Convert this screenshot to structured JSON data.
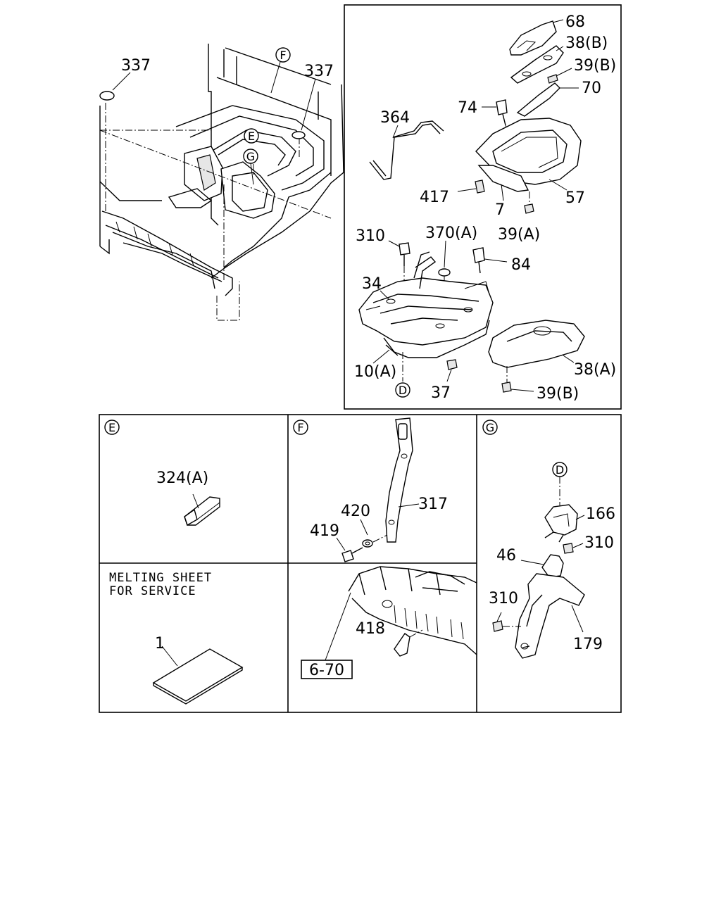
{
  "overview_labels": {
    "l337a": "337",
    "l337b": "337",
    "callout_f": "F",
    "callout_e": "E",
    "callout_g": "G"
  },
  "exploded_labels": {
    "l68": "68",
    "l38b": "38(B)",
    "l39b_top": "39(B)",
    "l70": "70",
    "l74": "74",
    "l364": "364",
    "l417": "417",
    "l7": "7",
    "l57": "57",
    "l39a": "39(A)",
    "l310": "310",
    "l370a": "370(A)",
    "l34": "34",
    "l84": "84",
    "l10a": "10(A)",
    "l37": "37",
    "l38a": "38(A)",
    "l39b_bottom": "39(B)",
    "callout_d": "D"
  },
  "panel_e": {
    "letter": "E",
    "l324a": "324(A)"
  },
  "panel_f": {
    "letter": "F",
    "l420": "420",
    "l317": "317",
    "l419": "419"
  },
  "panel_g": {
    "letter": "G",
    "callout_d": "D",
    "l166": "166",
    "l310_right": "310",
    "l46": "46",
    "l310_left": "310",
    "l179": "179"
  },
  "panel_melting": {
    "note_line1": "MELTING SHEET",
    "note_line2": "FOR SERVICE",
    "l1": "1"
  },
  "panel_ref": {
    "l418": "418",
    "ref_box": "6-70"
  }
}
